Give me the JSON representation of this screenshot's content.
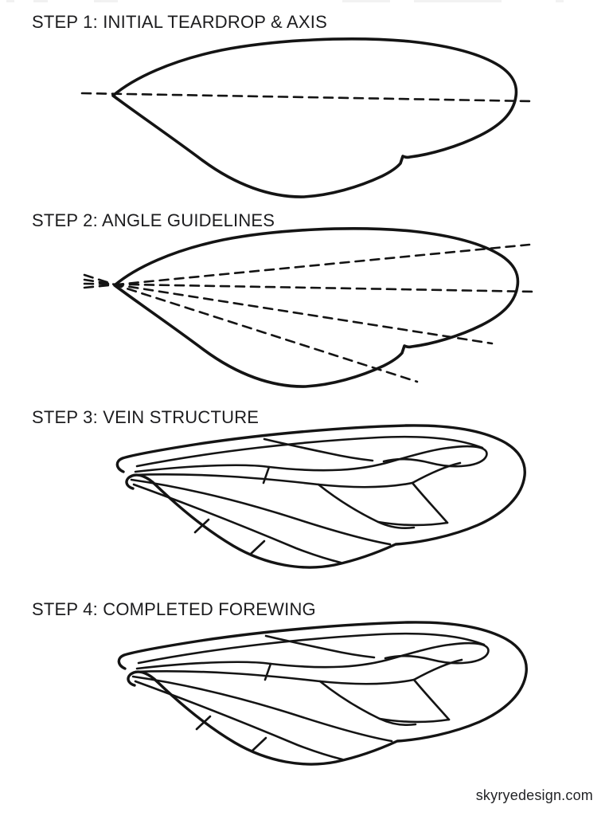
{
  "page": {
    "background": "#ffffff",
    "ink": "#141414",
    "title_color": "#1c1c1e"
  },
  "steps": [
    {
      "label": "STEP 1: INITIAL TEARDROP & AXIS"
    },
    {
      "label": "STEP 2: ANGLE GUIDELINES"
    },
    {
      "label": "STEP 3: VEIN STRUCTURE"
    },
    {
      "label": "STEP 4: COMPLETED FOREWING"
    }
  ],
  "footer": {
    "text": "skyryedesign.com"
  }
}
